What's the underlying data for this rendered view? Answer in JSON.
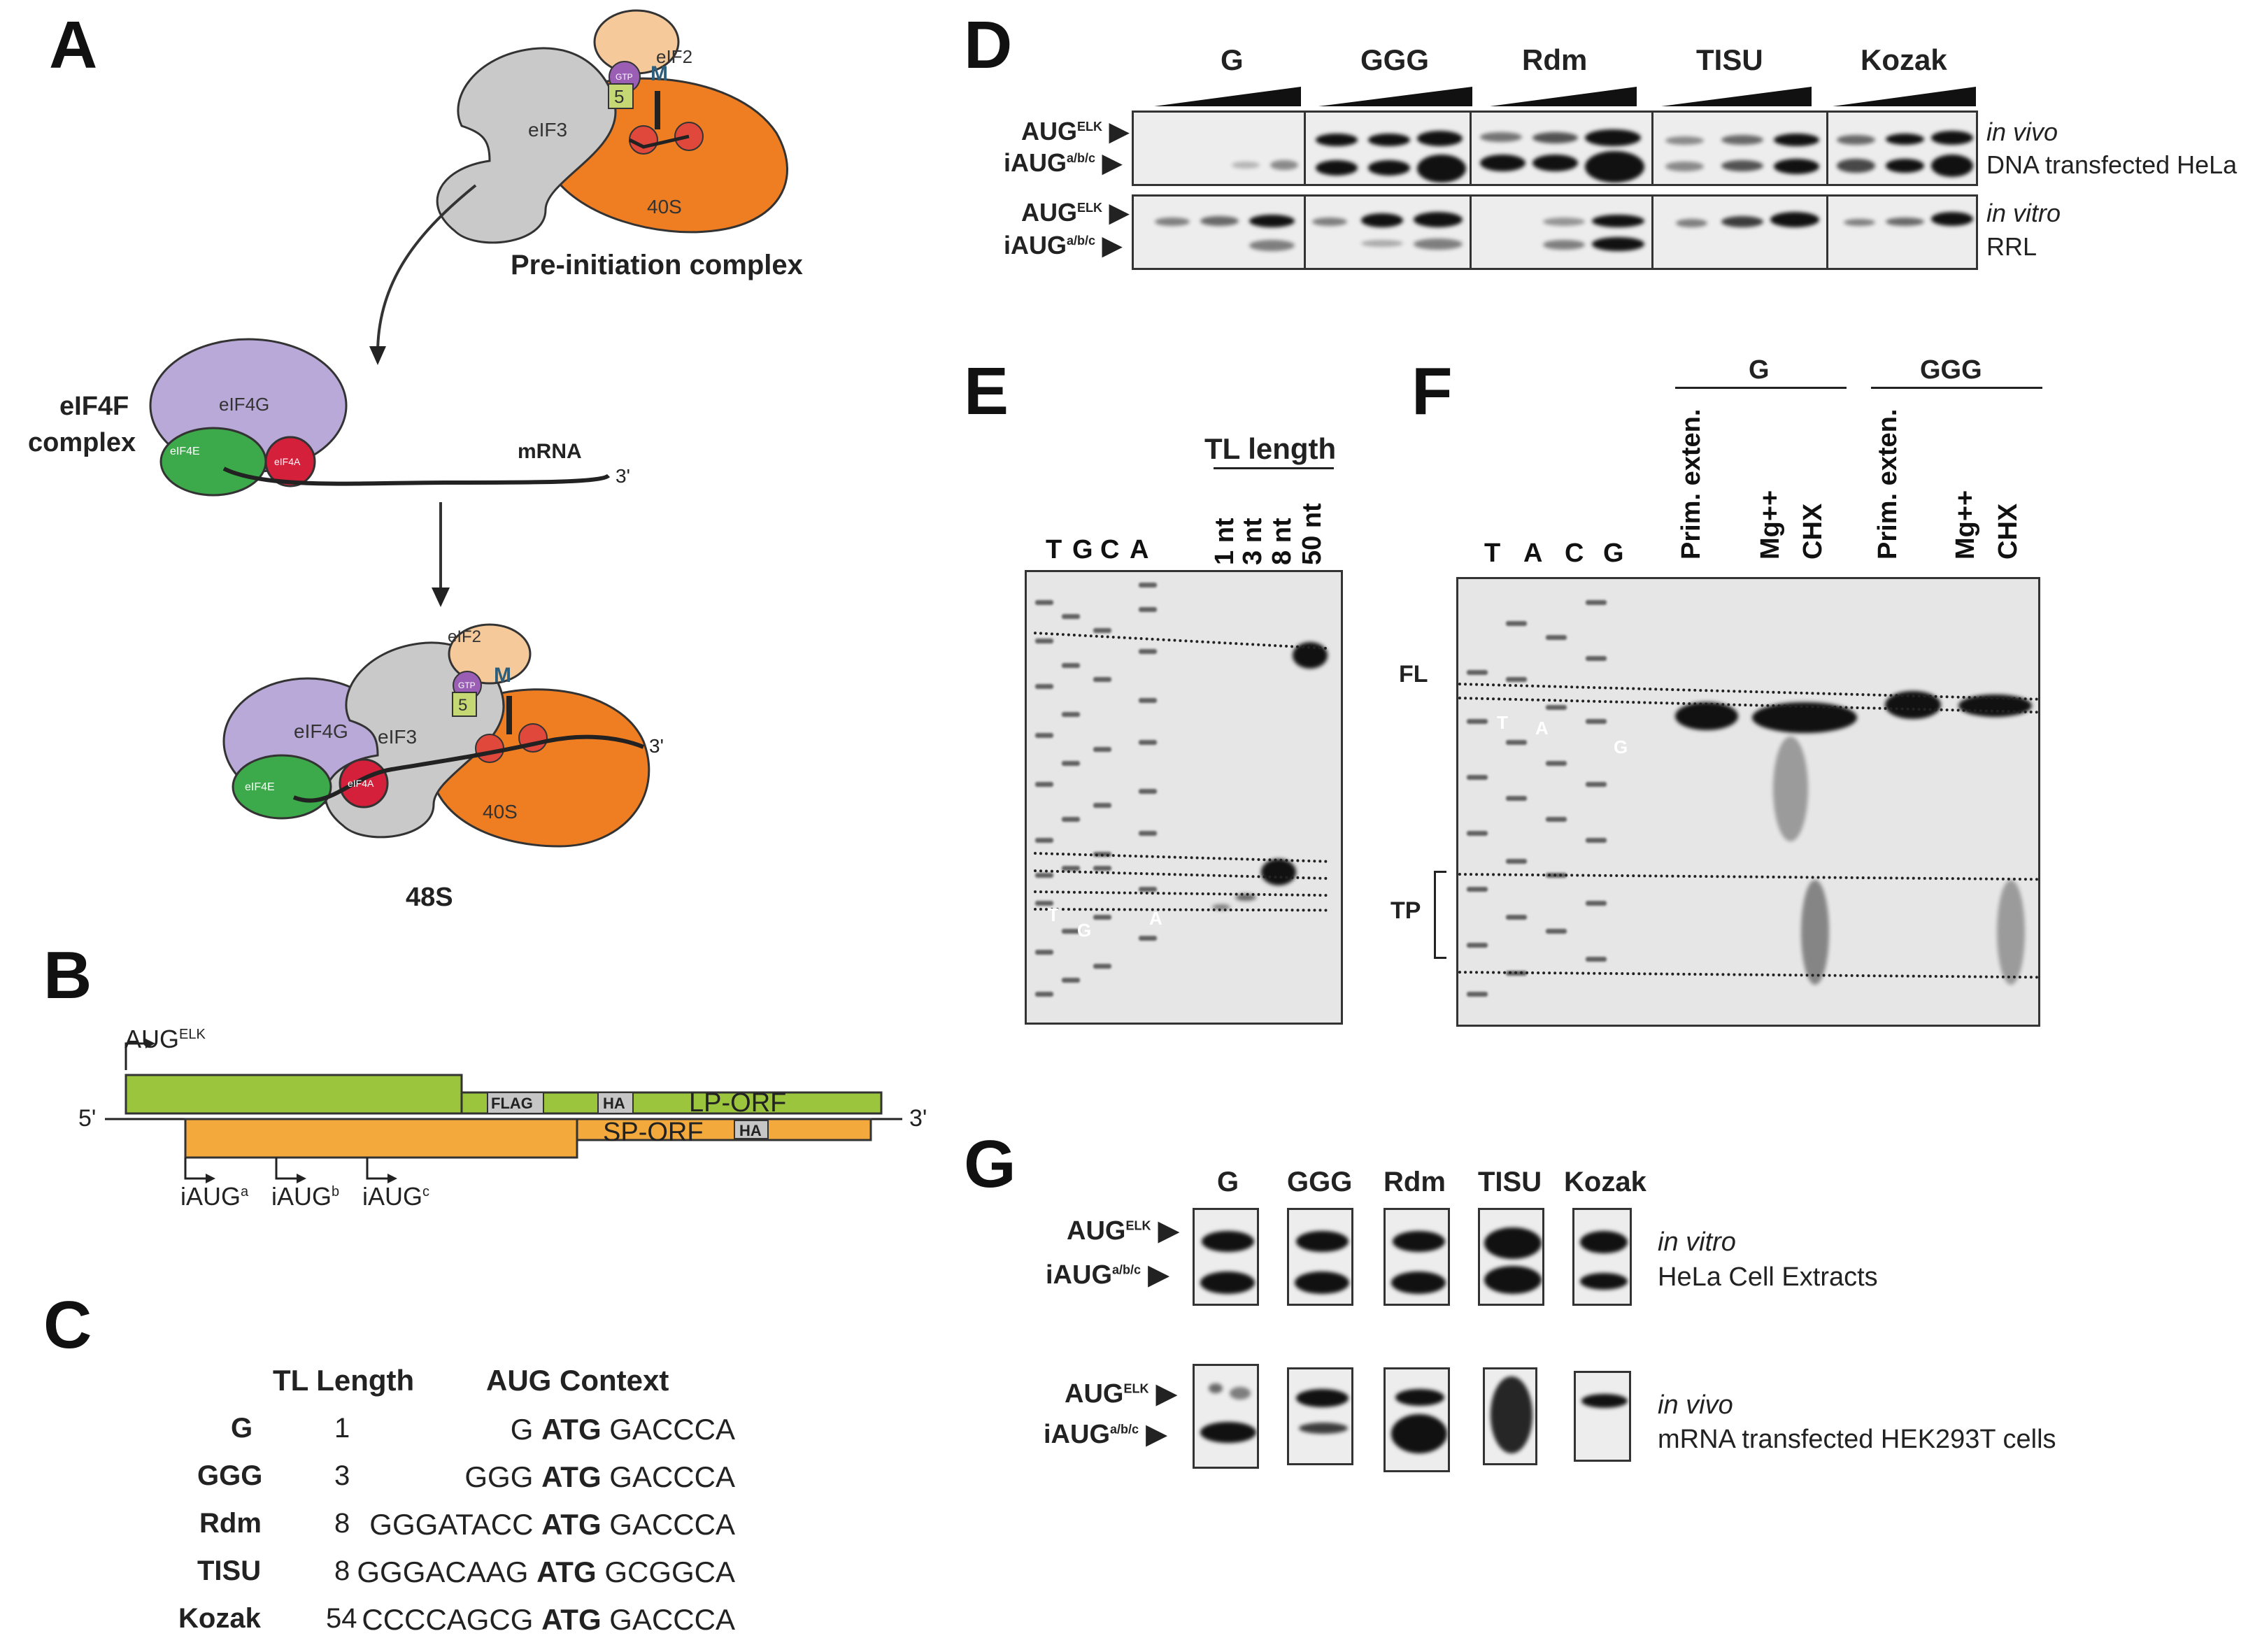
{
  "panels": {
    "A": "A",
    "B": "B",
    "C": "C",
    "D": "D",
    "E": "E",
    "F": "F",
    "G": "G"
  },
  "panelA": {
    "pic_label": "Pre-initiation complex",
    "eif4f_label_1": "eIF4F",
    "eif4f_label_2": "complex",
    "s48_label": "48S",
    "mrna_label": "mRNA",
    "three_prime": "3'",
    "eif3": "eIF3",
    "eif2": "eIF2",
    "s40": "40S",
    "eif4g": "eIF4G",
    "eif4e": "eIF4E",
    "eif4a": "eIF4A",
    "m": "M",
    "five": "5",
    "gtp": "GTP"
  },
  "panelB": {
    "aug_elk": "AUG",
    "aug_elk_sup": "ELK",
    "five_prime": "5'",
    "three_prime": "3'",
    "flag": "FLAG",
    "ha": "HA",
    "lp_orf": "LP-ORF",
    "sp_orf": "SP-ORF",
    "iaug": "iAUG",
    "sup_a": "a",
    "sup_b": "b",
    "sup_c": "c"
  },
  "panelC": {
    "col_tl": "TL Length",
    "col_aug": "AUG Context",
    "rows": [
      {
        "name": "G",
        "tl": "1",
        "pre": "G",
        "atg": "ATG",
        "post": "GACCCA"
      },
      {
        "name": "GGG",
        "tl": "3",
        "pre": "GGG",
        "atg": "ATG",
        "post": "GACCCA"
      },
      {
        "name": "Rdm",
        "tl": "8",
        "pre": "GGGATACC",
        "atg": "ATG",
        "post": "GACCCA"
      },
      {
        "name": "TISU",
        "tl": "8",
        "pre": "GGGACAAG",
        "atg": "ATG",
        "post": "GCGGCA"
      },
      {
        "name": "Kozak",
        "tl": "54",
        "pre": "CCCCAGCG",
        "atg": "ATG",
        "post": "GACCCA"
      }
    ]
  },
  "panelD": {
    "groups": [
      "G",
      "GGG",
      "Rdm",
      "TISU",
      "Kozak"
    ],
    "row_top_1": "AUG",
    "row_top_1_sup": "ELK",
    "row_top_2": "iAUG",
    "row_top_2_sup": "a/b/c",
    "invivo": "in vivo",
    "hela": "DNA transfected HeLa",
    "invitro": "in vitro",
    "rrl": "RRL"
  },
  "panelE": {
    "title": "TL length",
    "lanes_seq": [
      "T",
      "G",
      "C",
      "A"
    ],
    "lanes_tl": [
      "1 nt",
      "3 nt",
      "8 nt",
      "50 nt"
    ],
    "inner_t": "T",
    "inner_g": "G",
    "inner_a": "A"
  },
  "panelF": {
    "group_g": "G",
    "group_ggg": "GGG",
    "lanes_seq": [
      "T",
      "A",
      "C",
      "G"
    ],
    "lanes_rot": [
      "Prim. exten.",
      "Mg++",
      "CHX",
      "Prim. exten.",
      "Mg++",
      "CHX"
    ],
    "fl": "FL",
    "tp": "TP",
    "inner_t": "T",
    "inner_a": "A",
    "inner_g": "G"
  },
  "panelG": {
    "groups": [
      "G",
      "GGG",
      "Rdm",
      "TISU",
      "Kozak"
    ],
    "aug": "AUG",
    "aug_sup": "ELK",
    "iaug": "iAUG",
    "iaug_sup": "a/b/c",
    "invitro": "in vitro",
    "hela_extracts": "HeLa Cell Extracts",
    "invivo": "in vivo",
    "hek": "mRNA transfected HEK293T cells"
  }
}
